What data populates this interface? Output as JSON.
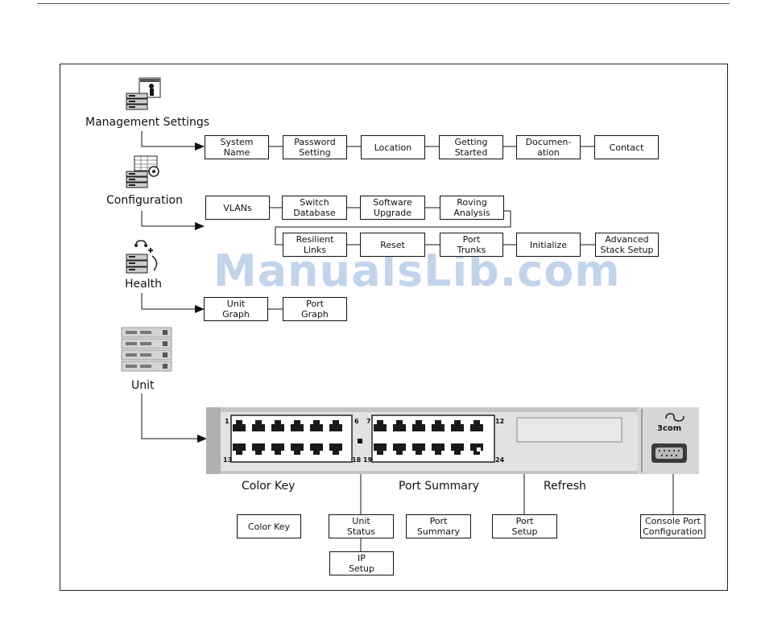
{
  "watermark": "ManualsLib.com",
  "sections": {
    "management": "Management Settings",
    "configuration": "Configuration",
    "health": "Health",
    "unit": "Unit"
  },
  "management_items": [
    "System\nName",
    "Password\nSetting",
    "Location",
    "Getting\nStarted",
    "Documen-\nation",
    "Contact"
  ],
  "configuration_row1": [
    "VLANs",
    "Switch\nDatabase",
    "Software\nUpgrade",
    "Roving\nAnalysis"
  ],
  "configuration_row2": [
    "Resilient\nLinks",
    "Reset",
    "Port\nTrunks",
    "Initialize",
    "Advanced\nStack Setup"
  ],
  "health_items": [
    "Unit\nGraph",
    "Port\nGraph"
  ],
  "unit_headings": {
    "color_key": "Color Key",
    "port_summary": "Port Summary",
    "refresh": "Refresh"
  },
  "unit_items": {
    "color_key": "Color Key",
    "unit_status": "Unit\nStatus",
    "port_summary": "Port\nSummary",
    "port_setup": "Port\nSetup",
    "ip_setup": "IP\nSetup",
    "console_port": "Console Port\nConfiguration"
  },
  "port_numbers": {
    "p1": "1",
    "p6": "6",
    "p7": "7",
    "p12": "12",
    "p13": "13",
    "p18": "18",
    "p19": "19",
    "p24": "24"
  },
  "brand": "3com",
  "colors": {
    "panel": "#d8d8d8",
    "panel_dark": "#b4b4b4",
    "port": "#1a1a1a",
    "watermark": "#7aa0d2"
  },
  "icons": [
    "management-settings-icon",
    "configuration-icon",
    "health-icon",
    "unit-icon"
  ]
}
